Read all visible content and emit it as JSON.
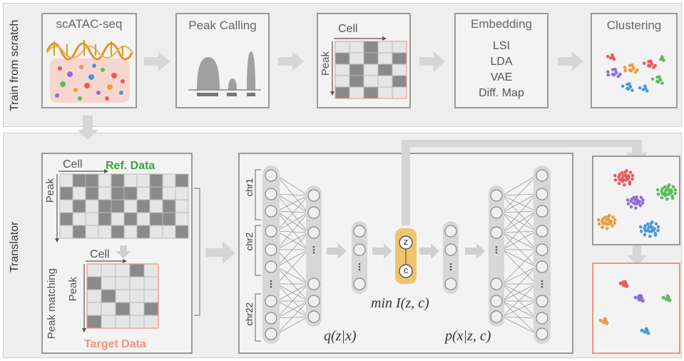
{
  "rows": {
    "top_label": "Train from scratch",
    "bottom_label": "Translator"
  },
  "pipeline": {
    "input_title": "scATAC-seq",
    "peak_calling_title": "Peak Calling",
    "matrix_cell": "Cell",
    "matrix_peak": "Peak",
    "embedding_title": "Embedding",
    "embedding_methods": [
      "LSI",
      "LDA",
      "VAE",
      "Diff. Map"
    ],
    "clustering_title": "Clustering"
  },
  "translator": {
    "ref_cell": "Cell",
    "ref_peak": "Peak",
    "ref_label": "Ref. Data",
    "peak_matching": "Peak matching",
    "target_cell": "Cell",
    "target_peak": "Peak",
    "target_label": "Target Data",
    "chr_labels": [
      "chr1",
      "chr2",
      "chr22"
    ],
    "latent_z": "z",
    "latent_c": "c",
    "objective": "min I(z, c)",
    "encoder": "q(z|x)",
    "decoder": "p(x|z, c)"
  },
  "colors": {
    "ref_green": "#3aa63a",
    "target_salmon": "#f0937f",
    "latent_gold": "#f1c36c",
    "arrow_gray": "#d6d6d6"
  }
}
